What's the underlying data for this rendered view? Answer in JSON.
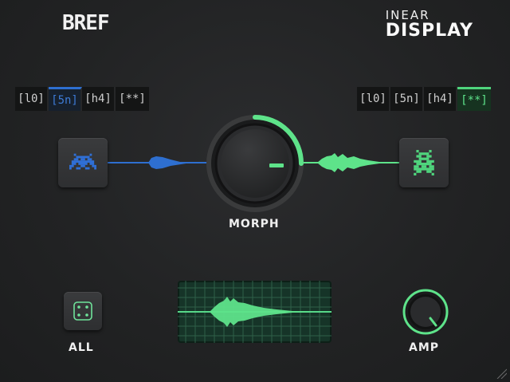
{
  "brand": {
    "left": "BREF",
    "right_small": "INEAR",
    "right_big": "DISPLAY"
  },
  "left_selector": {
    "options": [
      "[l0]",
      "[5n]",
      "[h4]",
      "[**]"
    ],
    "selected": "[5n]",
    "accent": "#2e6fd0"
  },
  "right_selector": {
    "options": [
      "[l0]",
      "[5n]",
      "[h4]",
      "[**]"
    ],
    "selected": "[**]",
    "accent": "#4fd47d"
  },
  "icons": {
    "left_tile": "space-invader-icon",
    "right_tile": "space-invader-icon",
    "dice": "dice-icon",
    "resize": "resize-grip-icon"
  },
  "morph": {
    "label": "MORPH",
    "value": 0.55
  },
  "all_button": {
    "label": "ALL"
  },
  "amp": {
    "label": "AMP",
    "value": 0.8
  },
  "colors": {
    "blue": "#2e6fd0",
    "green": "#5ee38a",
    "background": "#222324"
  }
}
